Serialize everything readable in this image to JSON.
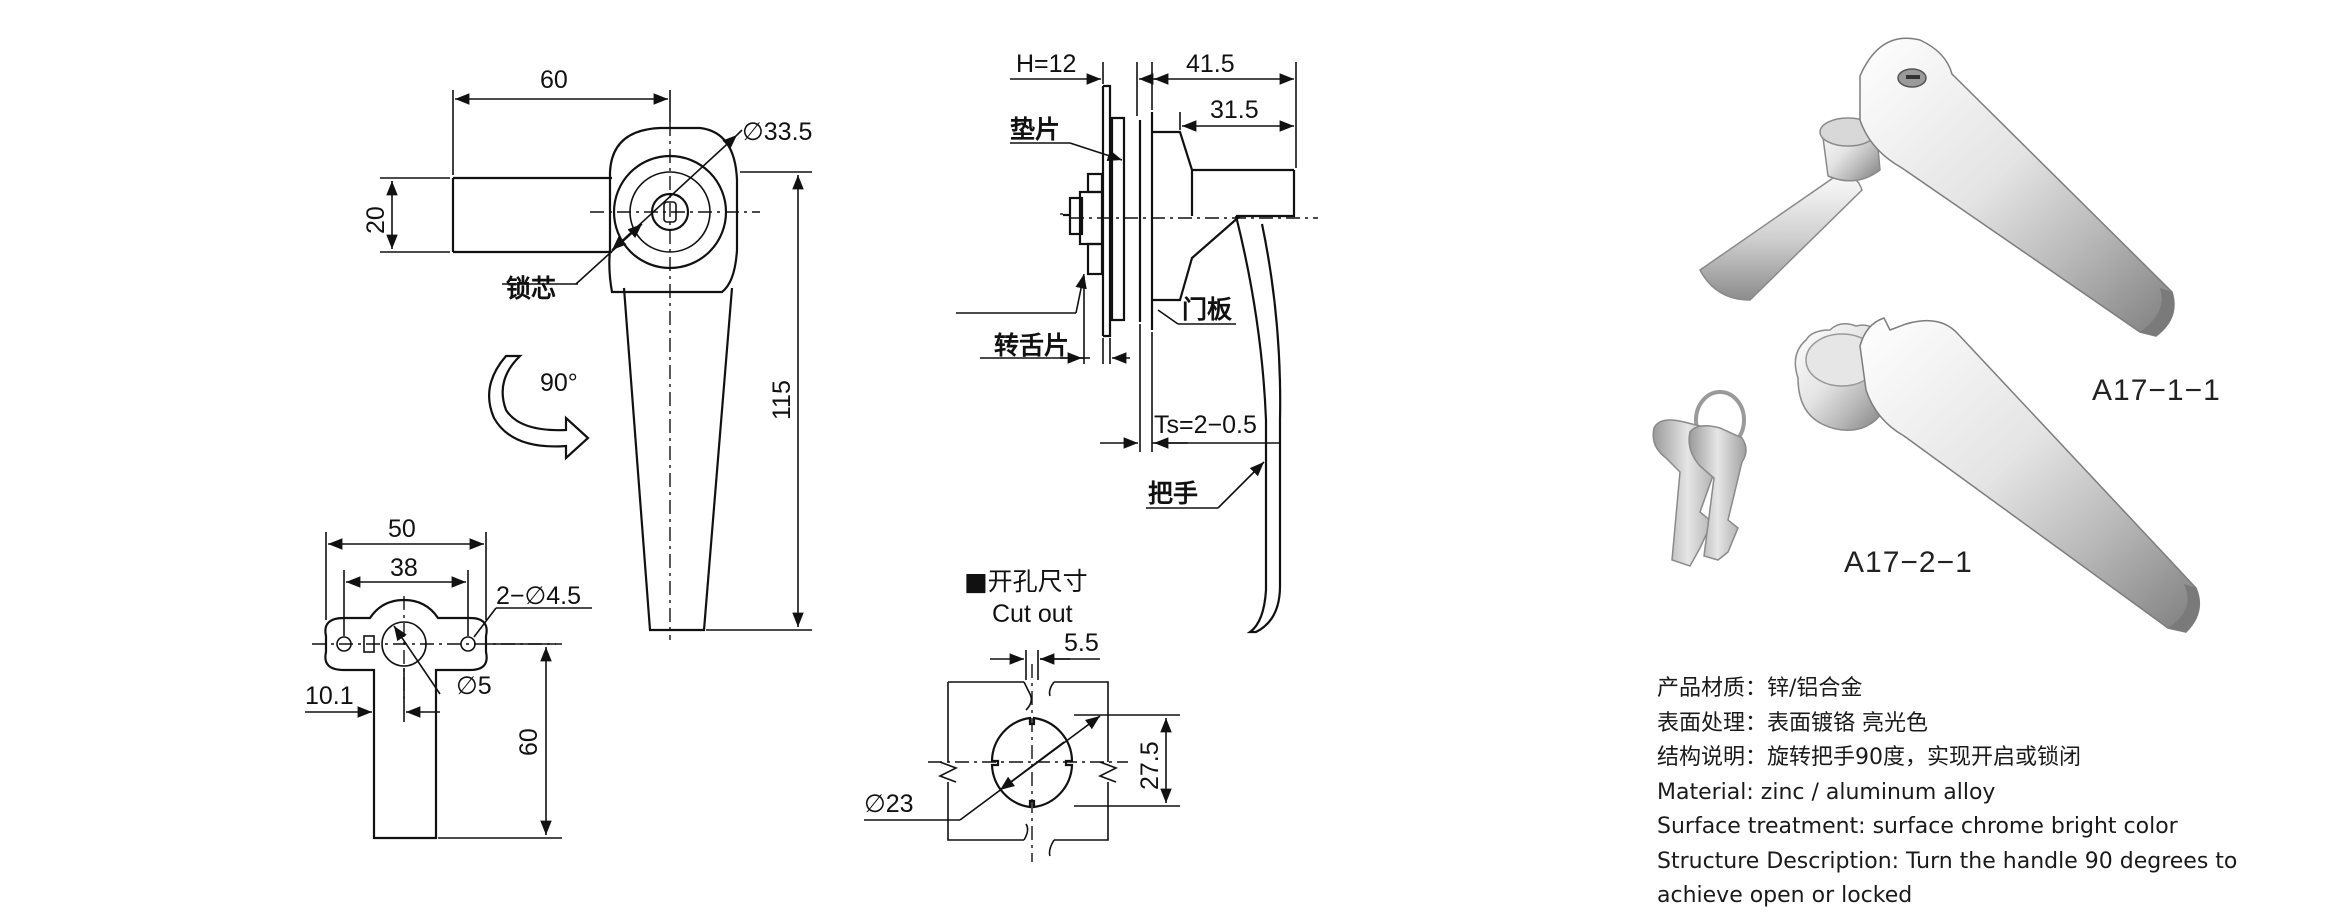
{
  "drawing": {
    "top_width": "60",
    "top_height": "20",
    "top_diameter": "∅33.5",
    "top_length": "115",
    "label_lock_core": "锁芯",
    "rotation": "90°",
    "plate_width": "50",
    "plate_hole_spacing": "38",
    "plate_holes": "2−∅4.5",
    "plate_offset": "10.1",
    "plate_pin": "∅5",
    "plate_length": "60",
    "side_h": "H=12",
    "side_415": "41.5",
    "side_315": "31.5",
    "label_washer": "垫片",
    "label_door": "门板",
    "label_cam": "转舌片",
    "side_ts": "Ts=2−0.5",
    "label_handle": "把手",
    "cutout_cn": "■开孔尺寸",
    "cutout_en": "Cut out",
    "cut_55": "5.5",
    "cut_275": "27.5",
    "cut_23": "∅23"
  },
  "models": {
    "model_a": "A17−1−1",
    "model_b": "A17−2−1"
  },
  "specs": [
    "产品材质：锌/铝合金",
    "表面处理：表面镀铬 亮光色",
    "结构说明：旋转把手90度，实现开启或锁闭",
    "Material: zinc / aluminum alloy",
    "Surface treatment: surface chrome bright color",
    "Structure Description: Turn the handle 90 degrees to",
    "achieve open or locked"
  ],
  "colors": {
    "line": "#111111",
    "metal_light": "#f2f2f2",
    "metal_mid": "#c8c8c8",
    "metal_dark": "#8a8a8a"
  }
}
